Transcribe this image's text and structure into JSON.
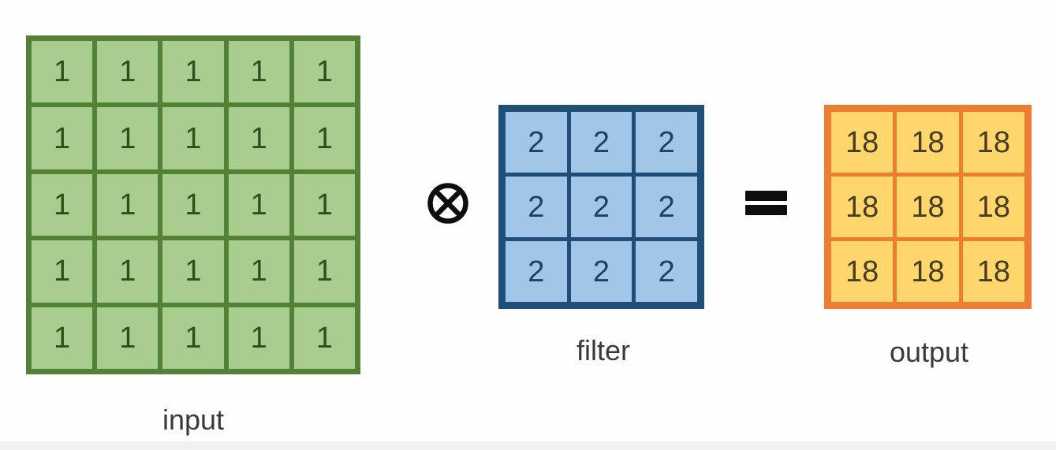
{
  "diagram": {
    "background_color": "#fefefe",
    "footer_strip_color": "#eef1f2",
    "input_grid": {
      "label": "input",
      "rows": 5,
      "cols": 5,
      "border_color": "#538135",
      "cell_color": "#a9cd8e",
      "value_color": "#2f4e1c",
      "cells": [
        [
          "1",
          "1",
          "1",
          "1",
          "1"
        ],
        [
          "1",
          "1",
          "1",
          "1",
          "1"
        ],
        [
          "1",
          "1",
          "1",
          "1",
          "1"
        ],
        [
          "1",
          "1",
          "1",
          "1",
          "1"
        ],
        [
          "1",
          "1",
          "1",
          "1",
          "1"
        ]
      ]
    },
    "operator": {
      "symbol": "⊗",
      "color": "#0d0d0d"
    },
    "filter_grid": {
      "label": "filter",
      "rows": 3,
      "cols": 3,
      "border_color": "#1f4e79",
      "cell_color": "#a2c6e8",
      "value_color": "#1f3f63",
      "cells": [
        [
          "2",
          "2",
          "2"
        ],
        [
          "2",
          "2",
          "2"
        ],
        [
          "2",
          "2",
          "2"
        ]
      ]
    },
    "equals": {
      "symbol": "=",
      "color": "#0d0d0d"
    },
    "output_grid": {
      "label": "output",
      "rows": 3,
      "cols": 3,
      "border_color": "#ed7d31",
      "cell_color": "#fed66c",
      "value_color": "#463c22",
      "cells": [
        [
          "18",
          "18",
          "18"
        ],
        [
          "18",
          "18",
          "18"
        ],
        [
          "18",
          "18",
          "18"
        ]
      ]
    }
  }
}
